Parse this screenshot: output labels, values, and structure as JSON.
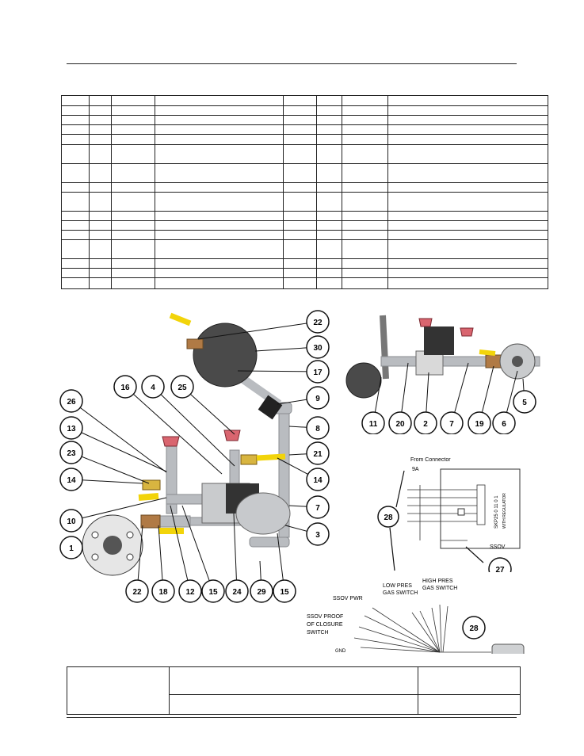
{
  "callouts_main": [
    "22",
    "30",
    "17",
    "9",
    "16",
    "4",
    "25",
    "26",
    "8",
    "13",
    "21",
    "23",
    "14",
    "14",
    "10",
    "7",
    "1",
    "3",
    "22",
    "18",
    "12",
    "15",
    "24",
    "29",
    "15"
  ],
  "callouts_top_right": [
    "11",
    "20",
    "2",
    "7",
    "19",
    "6",
    "5"
  ],
  "wiring": {
    "from_connector_label": "From Connector",
    "connector_id": "9A",
    "callout_main": "28",
    "callout_ssov": "27",
    "ssov_label": "SSOV",
    "ssov_box_text": "SKP25 0 11 0 1",
    "ssov_box_text2": "WITH REGULATOR"
  },
  "harness": {
    "low_pres_label_1": "LOW PRES",
    "low_pres_label_2": "GAS SWITCH",
    "high_pres_label_1": "HIGH PRES",
    "high_pres_label_2": "GAS SWITCH",
    "ssov_pwr_label": "SSOV PWR",
    "proof_label_1": "SSOV PROOF",
    "proof_label_2": "OF CLOSURE",
    "proof_label_3": "SWITCH",
    "gnd_label": "GND",
    "callout": "28"
  },
  "colors": {
    "pipe": "#b9bcc0",
    "pipe_dark": "#8a8d91",
    "disc": "#4a4a4a",
    "red_valve": "#d9656f",
    "yellow_handle": "#f2d40a",
    "brass": "#b07a45",
    "line": "#111111"
  }
}
